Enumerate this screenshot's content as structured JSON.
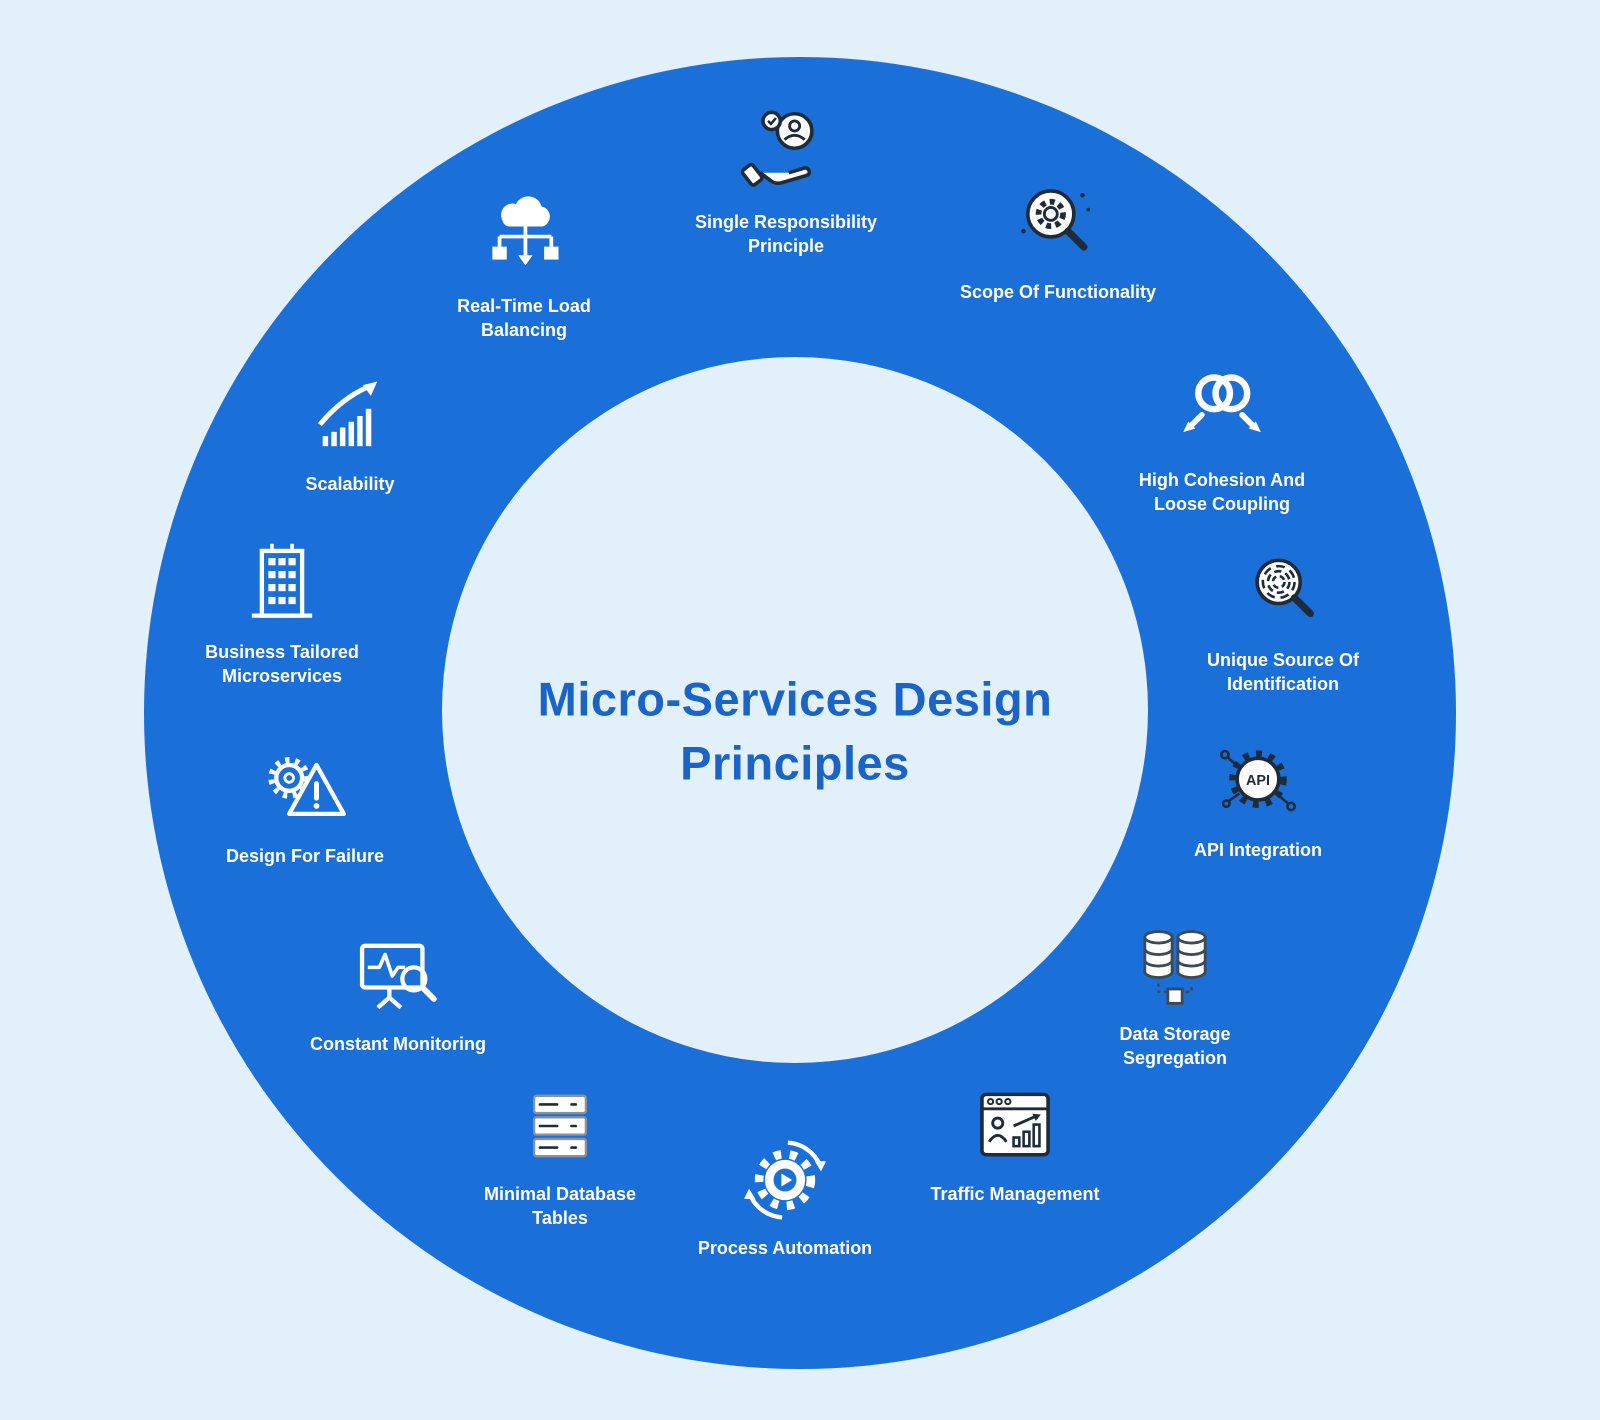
{
  "title": "Micro-Services Design\nPrinciples",
  "colors": {
    "background": "#e2f0fb",
    "ring": "#1b6fd8",
    "title": "#1a64c8",
    "label": "#ffffff",
    "icon_outline": "#1d2b3a"
  },
  "items": [
    {
      "label": "Single Responsibility\nPrinciple",
      "icon": "hand-holding-person-icon"
    },
    {
      "label": "Scope Of Functionality",
      "icon": "magnifier-gear-icon"
    },
    {
      "label": "High Cohesion And\nLoose Coupling",
      "icon": "linked-rings-arrows-icon"
    },
    {
      "label": "Unique Source Of\nIdentification",
      "icon": "magnifier-fingerprint-icon"
    },
    {
      "label": "API Integration",
      "icon": "api-gear-icon",
      "icon_text": "API"
    },
    {
      "label": "Data Storage\nSegregation",
      "icon": "database-cylinders-icon"
    },
    {
      "label": "Traffic Management",
      "icon": "browser-analytics-icon"
    },
    {
      "label": "Process Automation",
      "icon": "gear-play-arrows-icon"
    },
    {
      "label": "Minimal Database\nTables",
      "icon": "server-stack-icon"
    },
    {
      "label": "Constant Monitoring",
      "icon": "monitor-magnifier-icon"
    },
    {
      "label": "Design For Failure",
      "icon": "gear-warning-icon"
    },
    {
      "label": "Business Tailored\nMicroservices",
      "icon": "office-building-icon"
    },
    {
      "label": "Scalability",
      "icon": "growth-chart-icon"
    },
    {
      "label": "Real-Time Load\nBalancing",
      "icon": "cloud-network-icon"
    }
  ]
}
